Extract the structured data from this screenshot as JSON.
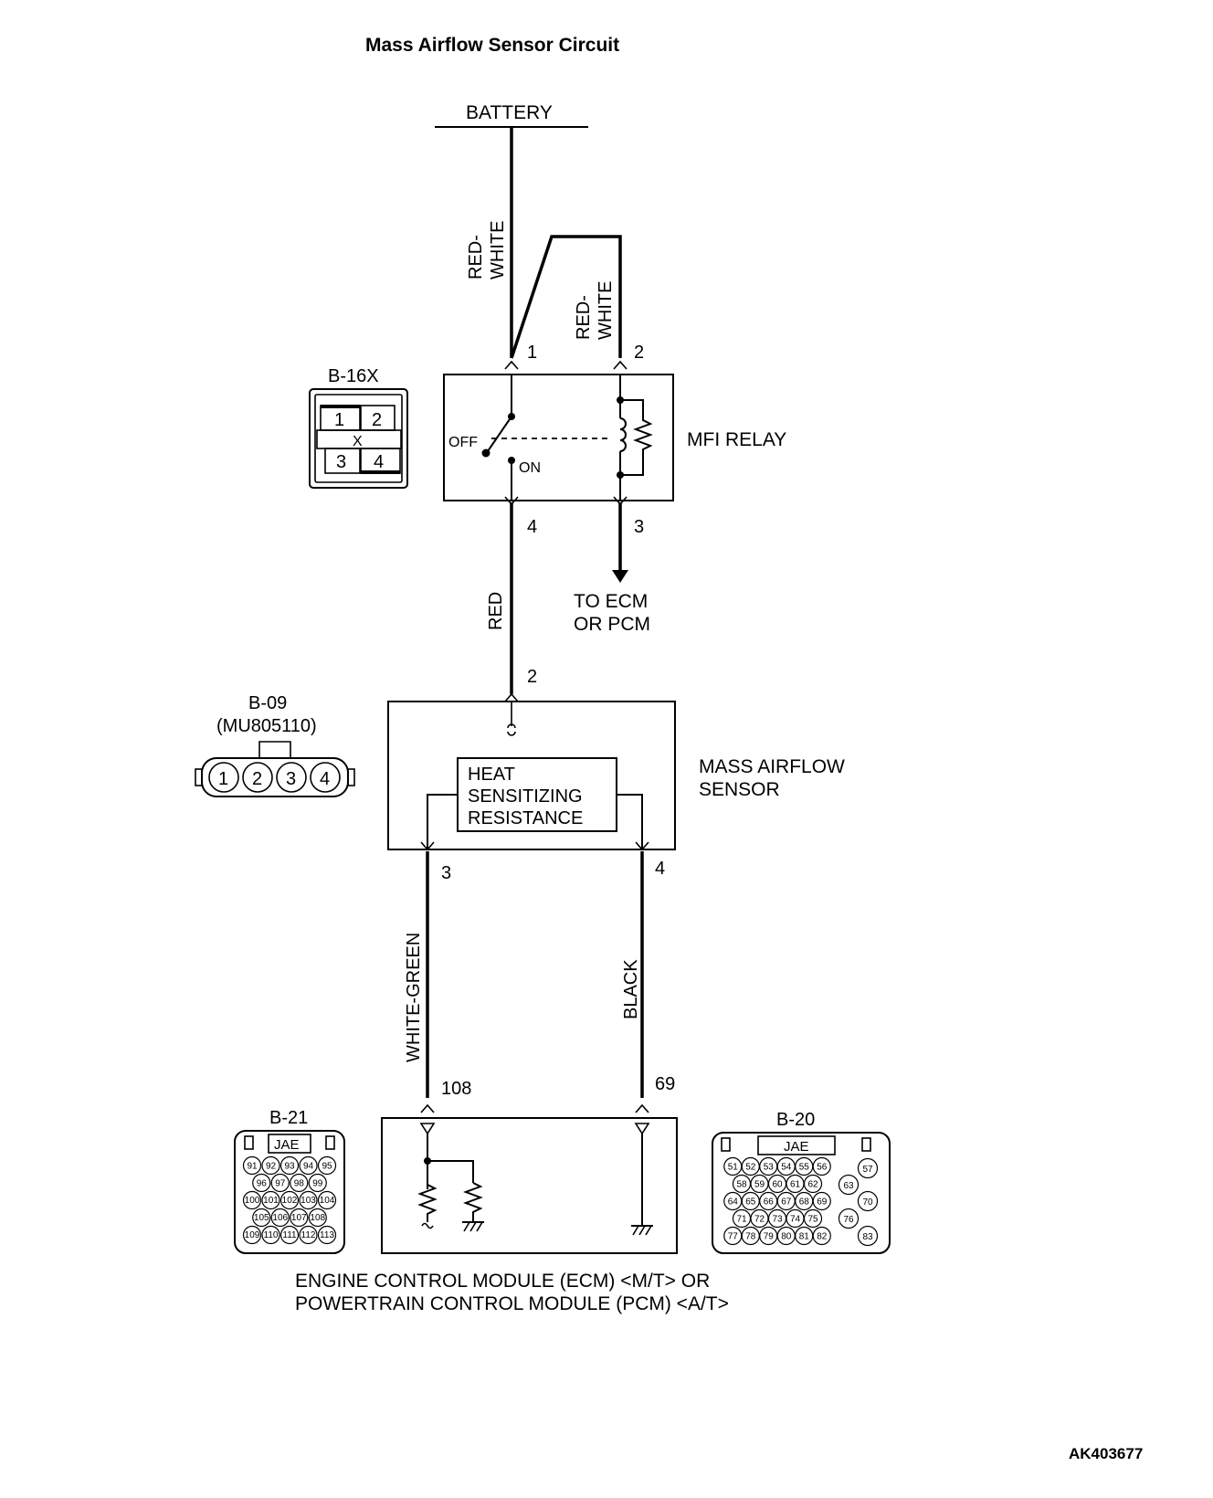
{
  "title": "Mass Airflow Sensor Circuit",
  "figure_id": "AK403677",
  "battery": {
    "label": "BATTERY"
  },
  "wires": {
    "battery_to_relay": "RED-\nWHITE",
    "relay_pin2": "RED-\nWHITE",
    "relay_to_sensor": "RED",
    "sensor_pin3": "WHITE-GREEN",
    "sensor_pin4": "BLACK"
  },
  "relay": {
    "name": "MFI RELAY",
    "connector": "B-16X",
    "connector_pins": [
      "1",
      "2",
      "X",
      "3",
      "4"
    ],
    "switch_off": "OFF",
    "switch_on": "ON",
    "pins": {
      "p1": "1",
      "p2": "2",
      "p3": "3",
      "p4": "4"
    }
  },
  "ecm_output": {
    "line1": "TO ECM",
    "line2": "OR PCM"
  },
  "sensor": {
    "name_line1": "MASS AIRFLOW",
    "name_line2": "SENSOR",
    "connector": "B-09",
    "part_number": "(MU805110)",
    "connector_pins": [
      "1",
      "2",
      "3",
      "4"
    ],
    "element_line1": "HEAT",
    "element_line2": "SENSITIZING",
    "element_line3": "RESISTANCE",
    "pins": {
      "p2": "2",
      "p3": "3",
      "p4": "4"
    }
  },
  "ecm": {
    "pins": {
      "p108": "108",
      "p69": "69"
    },
    "label_line1": "ENGINE CONTROL MODULE (ECM) <M/T> OR",
    "label_line2": "POWERTRAIN CONTROL MODULE (PCM) <A/T>"
  },
  "connector_b21": {
    "name": "B-21",
    "maker": "JAE",
    "rows": [
      [
        "91",
        "92",
        "93",
        "94",
        "95"
      ],
      [
        "96",
        "97",
        "98",
        "99"
      ],
      [
        "100",
        "101",
        "102",
        "103",
        "104"
      ],
      [
        "105",
        "106",
        "107",
        "108"
      ],
      [
        "109",
        "110",
        "111",
        "112",
        "113"
      ]
    ]
  },
  "connector_b20": {
    "name": "B-20",
    "maker": "JAE",
    "rows": [
      [
        "51",
        "52",
        "53",
        "54",
        "55",
        "56"
      ],
      [
        "58",
        "59",
        "60",
        "61",
        "62"
      ],
      [
        "64",
        "65",
        "66",
        "67",
        "68",
        "69"
      ],
      [
        "71",
        "72",
        "73",
        "74",
        "75"
      ],
      [
        "77",
        "78",
        "79",
        "80",
        "81",
        "82"
      ]
    ],
    "side_pins": [
      "57",
      "63",
      "70",
      "76",
      "83"
    ]
  }
}
